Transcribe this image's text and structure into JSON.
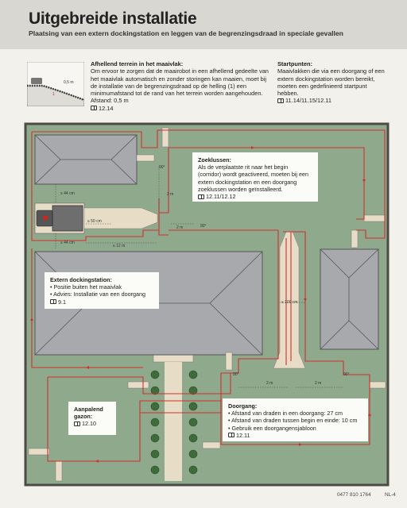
{
  "header": {
    "title": "Uitgebreide installatie",
    "subtitle": "Plaatsing van een extern dockingstation en leggen van de begrenzingsdraad in speciale gevallen"
  },
  "slope_section": {
    "title": "Afhellend terrein in het maaivlak:",
    "body": "Om ervoor te zorgen dat de maairobot in een afhellend gedeelte van het maaivlak automatisch en zonder storingen kan maaien, moet bij de installatie van de begrenzingsdraad op de helling (1) een minimumafstand tot de rand van het terrein worden aangehouden. Afstand: 0,5 m",
    "ref": "12.14",
    "illus_label_1": "1",
    "illus_label_2": "0,5 m"
  },
  "start_section": {
    "title": "Startpunten:",
    "body": "Maaivlakken die via een doorgang of een extern dockingstation worden bereikt, moeten een gedefinieerd startpunt hebben.",
    "ref": "11.14/11.15/12.11"
  },
  "callouts": {
    "zoek": {
      "title": "Zoeklussen:",
      "body": "Als de verplaatste rit naar het begin (corridor) wordt geactiveerd, moeten bij een extern dockingstation en een doorgang zoeklussen worden geïnstalleerd.",
      "ref": "12.11/12.12"
    },
    "dock": {
      "title": "Extern dockingstation:",
      "item1": "• Positie buiten het maaivlak",
      "item2": "• Advies: Installatie van een doorgang",
      "ref": "9.1"
    },
    "gazon": {
      "title": "Aanpalend gazon:",
      "ref": "12.10"
    },
    "doorgang": {
      "title": "Doorgang:",
      "item1": "• Afstand van draden in een doorgang: 27 cm",
      "item2": "• Afstand van draden tussen begin en einde: 10 cm",
      "item3": "• Gebruik een doorgangensjabloon",
      "ref": "12.11"
    }
  },
  "dims": {
    "d44a": "≥ 44 cm",
    "d44b": "≥ 44 cm",
    "d50": "≥ 50 cm",
    "d12": "≤ 12 m",
    "d3m": "3 m",
    "d2m_a": "2 m",
    "d90_a": "90°",
    "d90_b": "90°",
    "d100": "≥ 100 cm",
    "d2m_b": "2 m",
    "d2m_c": "2 m",
    "d90_c": "90°",
    "d90_d": "90°"
  },
  "footer": {
    "code": "0477 810 1764",
    "page": "NL-4"
  },
  "colors": {
    "lawn": "#8fa98d",
    "lawn_border": "#4e4a44",
    "house": "#a7a9ad",
    "wire": "#d32f2f",
    "path": "#e7dcc6",
    "header_bg": "#d9d7d2"
  }
}
